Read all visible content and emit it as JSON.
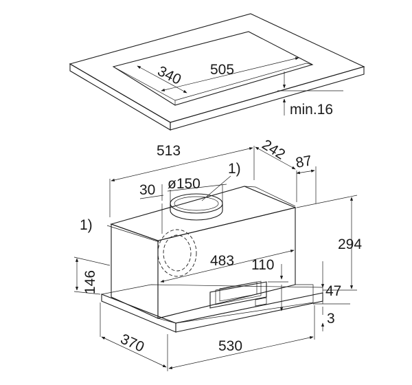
{
  "dimensions": {
    "cutout_depth": "340",
    "cutout_width": "505",
    "min_thickness": "min.16",
    "top_width": "513",
    "top_depth": "242",
    "rear_offset": "87",
    "duct_offset": "30",
    "duct_diameter": "ø150",
    "height_total": "294",
    "inner_width": "483",
    "inner_height": "110",
    "lower_height": "47",
    "plate_thickness": "3",
    "side_height": "146",
    "bottom_depth": "370",
    "bottom_width": "530"
  },
  "notes": {
    "top_duct": "1)",
    "side_duct": "1)"
  },
  "colors": {
    "panel": "#cfcfcf",
    "box": "#dedede",
    "box_side": "#c9c9c9",
    "line": "#1a1a1a"
  }
}
